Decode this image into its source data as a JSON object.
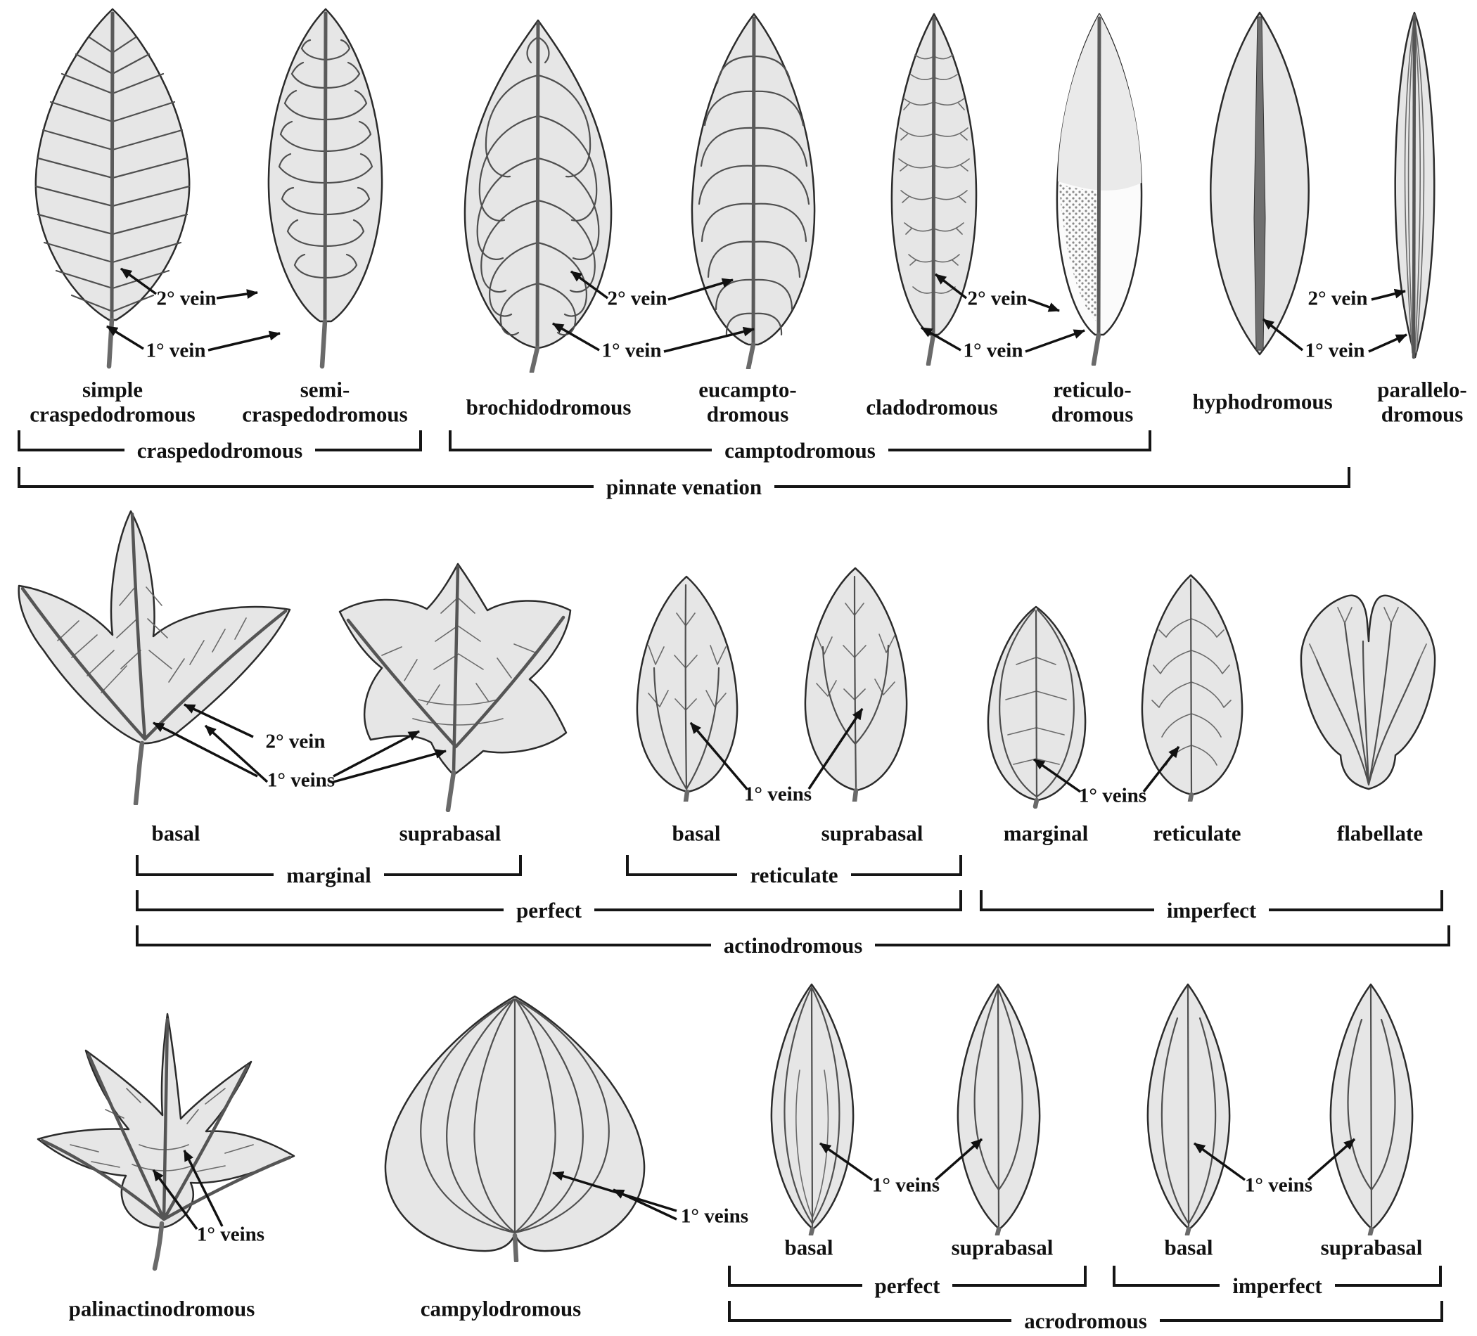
{
  "figure": {
    "description": "Leaf venation types diagram",
    "colors": {
      "background": "#ffffff",
      "leaf_fill": "#e6e6e6",
      "outline": "#2b2b2b",
      "text": "#111111"
    }
  },
  "vein_labels": {
    "secondary": "2° vein",
    "primary": "1° vein",
    "primary_plural": "1° veins"
  },
  "row1": {
    "leaves": [
      {
        "label": "simple\ncraspedodromous"
      },
      {
        "label": "semi-\ncraspedodromous"
      },
      {
        "label": "brochidodromous"
      },
      {
        "label": "eucampto-\ndromous"
      },
      {
        "label": "cladodromous"
      },
      {
        "label": "reticulo-\ndromous"
      },
      {
        "label": "hyphodromous"
      },
      {
        "label": "parallelo-\ndromous"
      }
    ],
    "brackets": [
      {
        "label": "craspedodromous"
      },
      {
        "label": "camptodromous"
      },
      {
        "label": "pinnate venation"
      }
    ]
  },
  "row2": {
    "leaves": [
      {
        "label": "basal"
      },
      {
        "label": "suprabasal"
      },
      {
        "label": "basal"
      },
      {
        "label": "suprabasal"
      },
      {
        "label": "marginal"
      },
      {
        "label": "reticulate"
      },
      {
        "label": "flabellate"
      }
    ],
    "brackets": [
      {
        "label": "marginal"
      },
      {
        "label": "reticulate"
      },
      {
        "label": "perfect"
      },
      {
        "label": "imperfect"
      },
      {
        "label": "actinodromous"
      }
    ]
  },
  "row3": {
    "leaves": [
      {
        "label": "palinactinodromous"
      },
      {
        "label": "campylodromous"
      },
      {
        "label": "basal"
      },
      {
        "label": "suprabasal"
      },
      {
        "label": "basal"
      },
      {
        "label": "suprabasal"
      }
    ],
    "brackets": [
      {
        "label": "perfect"
      },
      {
        "label": "imperfect"
      },
      {
        "label": "acrodromous"
      }
    ]
  }
}
